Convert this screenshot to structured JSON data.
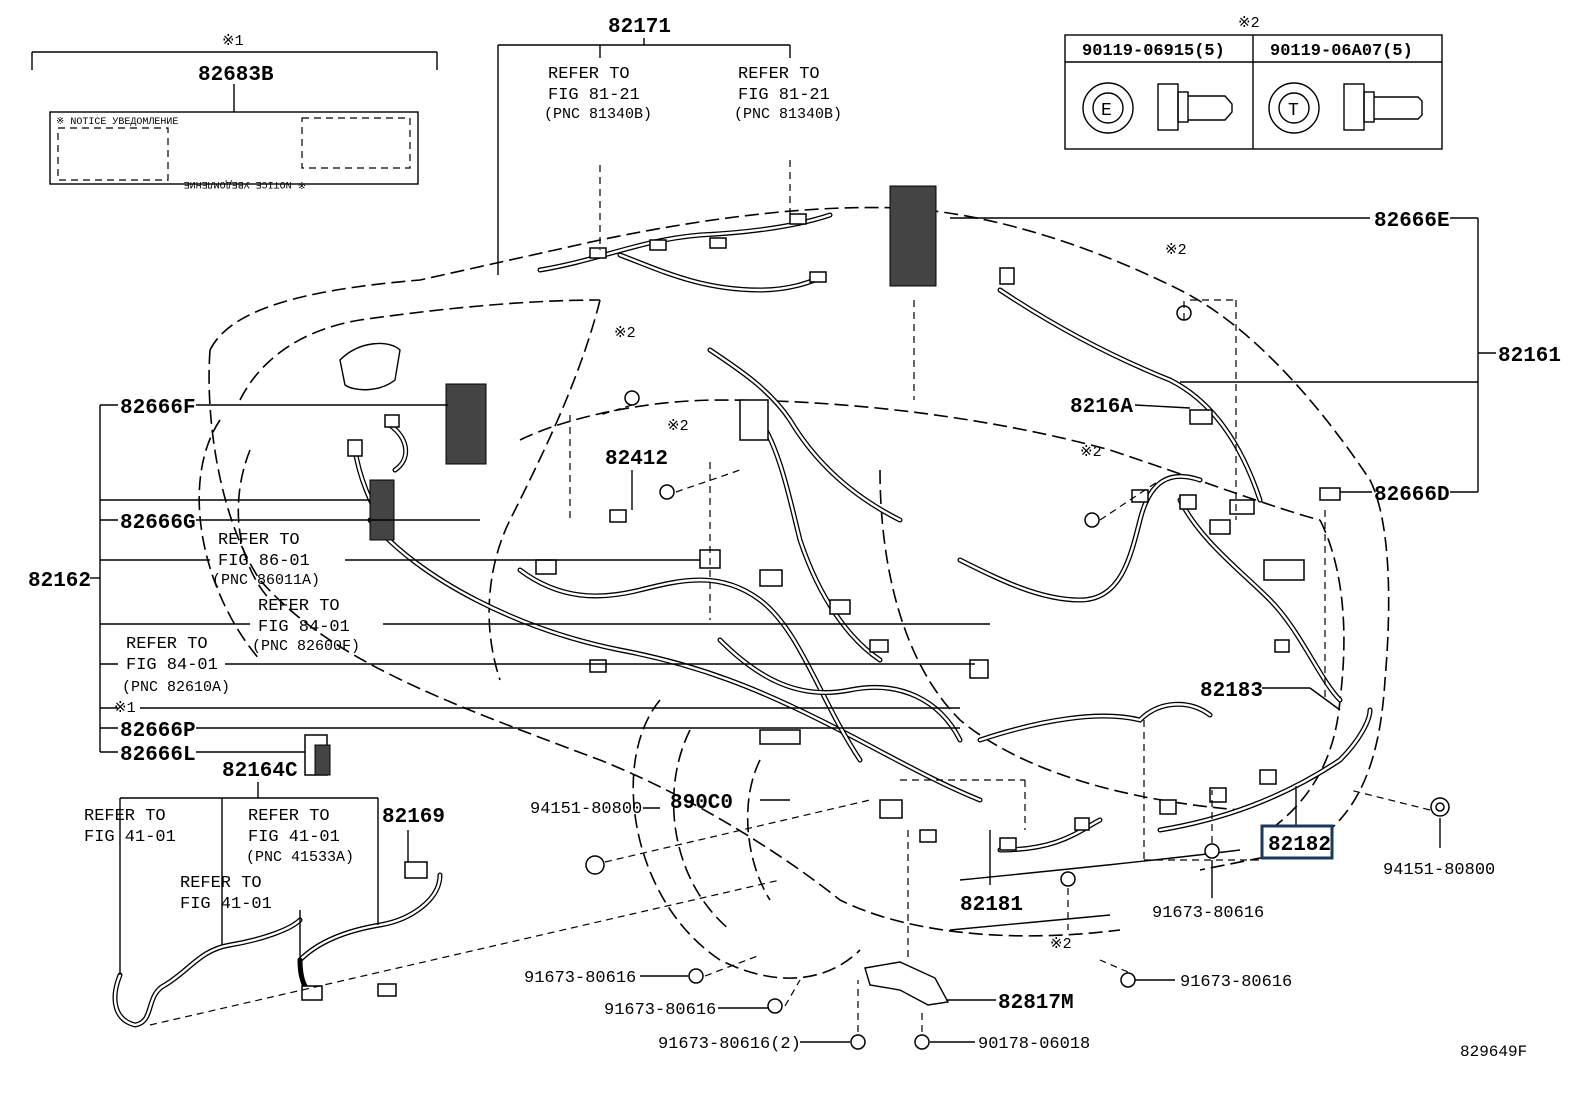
{
  "diagram_code": "829649F",
  "part_labels": [
    {
      "id": "82683B",
      "text": "82683B"
    },
    {
      "id": "82171",
      "text": "82171"
    },
    {
      "id": "82666E",
      "text": "82666E"
    },
    {
      "id": "82161",
      "text": "82161"
    },
    {
      "id": "8216A",
      "text": "8216A"
    },
    {
      "id": "82666D",
      "text": "82666D"
    },
    {
      "id": "82666F",
      "text": "82666F"
    },
    {
      "id": "82412",
      "text": "82412"
    },
    {
      "id": "82666G",
      "text": "82666G"
    },
    {
      "id": "82162",
      "text": "82162"
    },
    {
      "id": "82666P",
      "text": "82666P"
    },
    {
      "id": "82666L",
      "text": "82666L"
    },
    {
      "id": "82164C",
      "text": "82164C"
    },
    {
      "id": "82169",
      "text": "82169"
    },
    {
      "id": "890C0",
      "text": "890C0"
    },
    {
      "id": "82183",
      "text": "82183"
    },
    {
      "id": "82182",
      "text": "82182"
    },
    {
      "id": "82181",
      "text": "82181"
    },
    {
      "id": "82817M",
      "text": "82817M"
    }
  ],
  "fastener_labels": [
    {
      "id": "f1",
      "text": "94151-80800"
    },
    {
      "id": "f2",
      "text": "94151-80800"
    },
    {
      "id": "f3",
      "text": "91673-80616"
    },
    {
      "id": "f4",
      "text": "91673-80616"
    },
    {
      "id": "f5",
      "text": "91673-80616"
    },
    {
      "id": "f6",
      "text": "91673-80616"
    },
    {
      "id": "f7",
      "text": "91673-80616(2)"
    },
    {
      "id": "f8",
      "text": "90178-06018"
    }
  ],
  "refer_notes": [
    {
      "id": "r1",
      "lines": [
        "REFER TO",
        "FIG 81-21",
        "(PNC 81340B)"
      ]
    },
    {
      "id": "r2",
      "lines": [
        "REFER TO",
        "FIG 81-21",
        "(PNC 81340B)"
      ]
    },
    {
      "id": "r3",
      "lines": [
        "REFER TO",
        "FIG 86-01",
        "(PNC 86011A)"
      ]
    },
    {
      "id": "r4",
      "lines": [
        "REFER TO",
        "FIG 84-01",
        "(PNC 82600F)"
      ]
    },
    {
      "id": "r5",
      "lines": [
        "REFER TO",
        "FIG 84-01",
        "(PNC 82610A)"
      ]
    },
    {
      "id": "r6",
      "lines": [
        "REFER TO",
        "FIG 41-01"
      ]
    },
    {
      "id": "r7",
      "lines": [
        "REFER TO",
        "FIG 41-01",
        "(PNC 41533A)"
      ]
    },
    {
      "id": "r8",
      "lines": [
        "REFER TO",
        "FIG 41-01"
      ]
    }
  ],
  "note_marks": {
    "m1": "※1",
    "m2": "※2",
    "m3": "※2",
    "m4": "※2",
    "m5": "※2",
    "m6": "※2",
    "m7": "※1",
    "m8": "※2"
  },
  "bolt_table": {
    "columns": [
      "90119-06915(5)",
      "90119-06A07(5)"
    ],
    "symbols": [
      "E",
      "T"
    ]
  },
  "label_sticker": {
    "text_top": "※ NOTICE УВЕДОМЛЕНИЕ",
    "text_bottom": "※ NOTICE УВЕДОМЛЕНИЕ"
  }
}
